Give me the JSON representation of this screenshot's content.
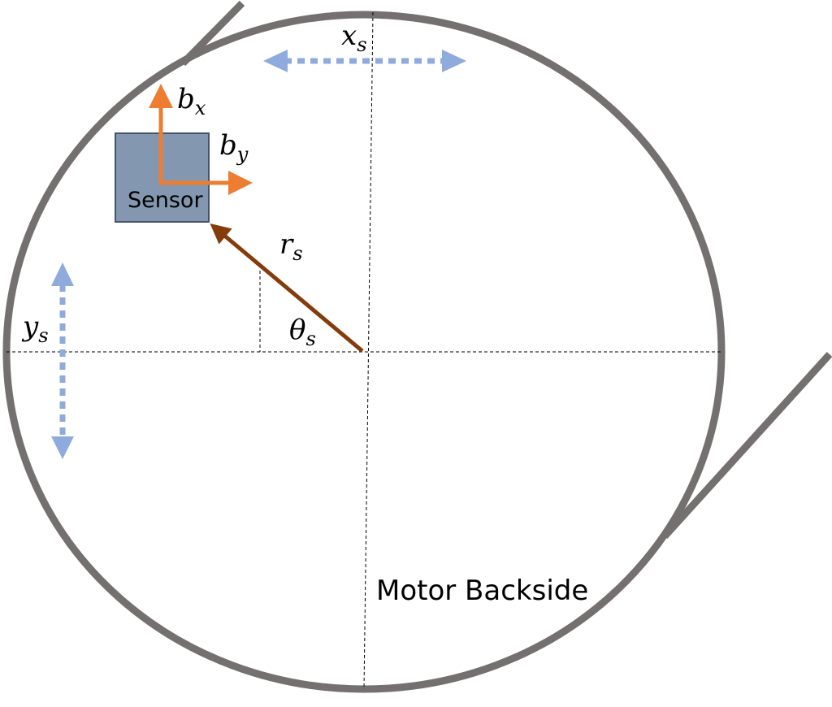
{
  "colors": {
    "housing": "#747070",
    "sensor_fill": "#8497b0",
    "sensor_border": "#44546a",
    "body_axes": "#ed7d31",
    "radius_vector": "#843c0c",
    "motion_arrows": "#8faadc",
    "guide_lines": "#000000"
  },
  "labels": {
    "sensor": "Sensor",
    "caption": "Motor Backside",
    "x_offset": {
      "base": "x",
      "sub": "s"
    },
    "y_offset": {
      "base": "y",
      "sub": "s"
    },
    "body_x": {
      "base": "b",
      "sub": "x"
    },
    "body_y": {
      "base": "b",
      "sub": "y"
    },
    "radius": {
      "base": "r",
      "sub": "s"
    },
    "angle": {
      "base": "θ",
      "sub": "s"
    }
  },
  "icons": {
    "x_motion": "horizontal-double-arrow-icon",
    "y_motion": "vertical-double-arrow-icon"
  }
}
